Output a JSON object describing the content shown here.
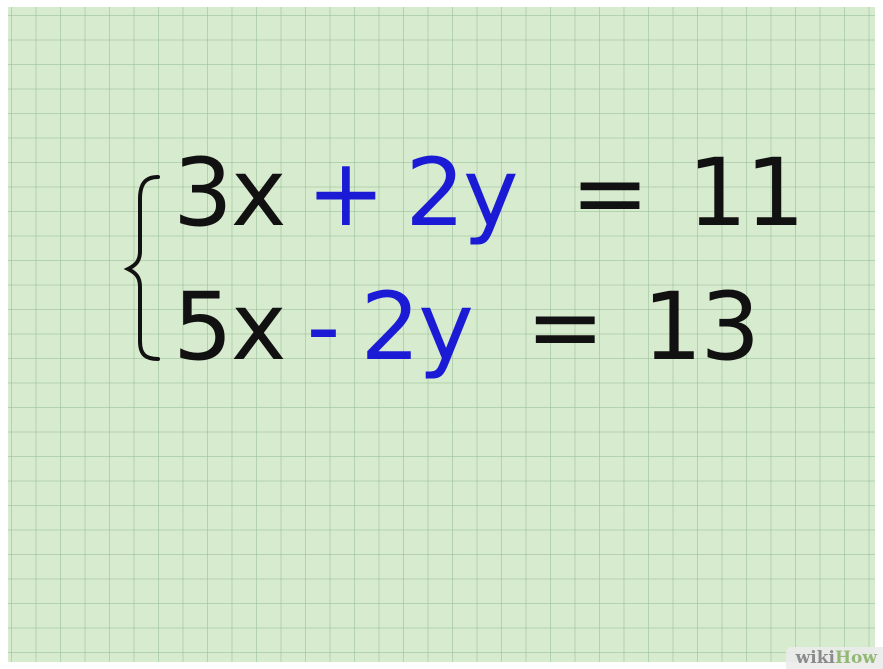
{
  "equations": [
    {
      "coef_x": "3",
      "var_x": "x",
      "operator": "+",
      "coef_y": "2",
      "var_y": "y",
      "equals": "=",
      "result": "11"
    },
    {
      "coef_x": "5",
      "var_x": "x",
      "operator": "-",
      "coef_y": "2",
      "var_y": "y",
      "equals": "=",
      "result": "13"
    }
  ],
  "watermark": {
    "part1": "wiki",
    "part2": "How"
  },
  "colors": {
    "paper": "#d7ebcf",
    "ink_black": "#111111",
    "ink_blue": "#1b1bd6",
    "watermark_gray": "#8a8a8a",
    "watermark_green": "#93b874"
  }
}
